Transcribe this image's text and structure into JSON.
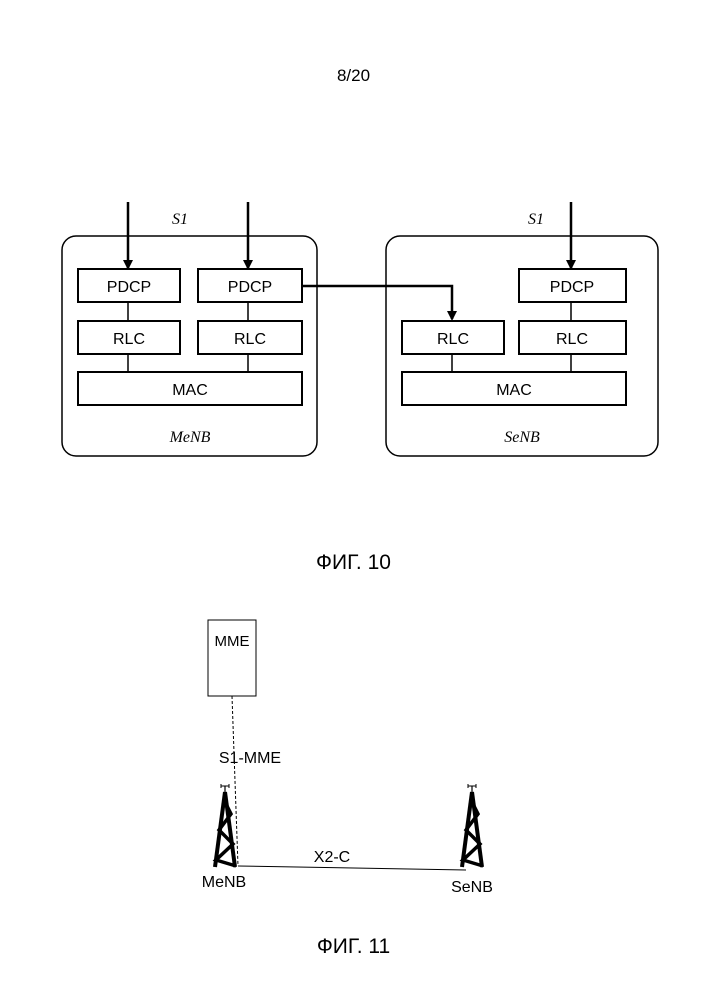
{
  "page_number": "8/20",
  "fig10": {
    "caption": "ФИГ. 10",
    "menb": {
      "node_label": "MeNB",
      "interface_label": "S1",
      "pdcp_left": "PDCP",
      "pdcp_right": "PDCP",
      "rlc_left": "RLC",
      "rlc_right": "RLC",
      "mac": "MAC"
    },
    "senb": {
      "node_label": "SeNB",
      "interface_label": "S1",
      "pdcp": "PDCP",
      "rlc_left": "RLC",
      "rlc_right": "RLC",
      "mac": "MAC"
    }
  },
  "fig11": {
    "caption": "ФИГ. 11",
    "mme_label": "MME",
    "s1_mme_label": "S1-MME",
    "x2c_label": "X2-C",
    "menb_label": "MeNB",
    "senb_label": "SeNB"
  }
}
